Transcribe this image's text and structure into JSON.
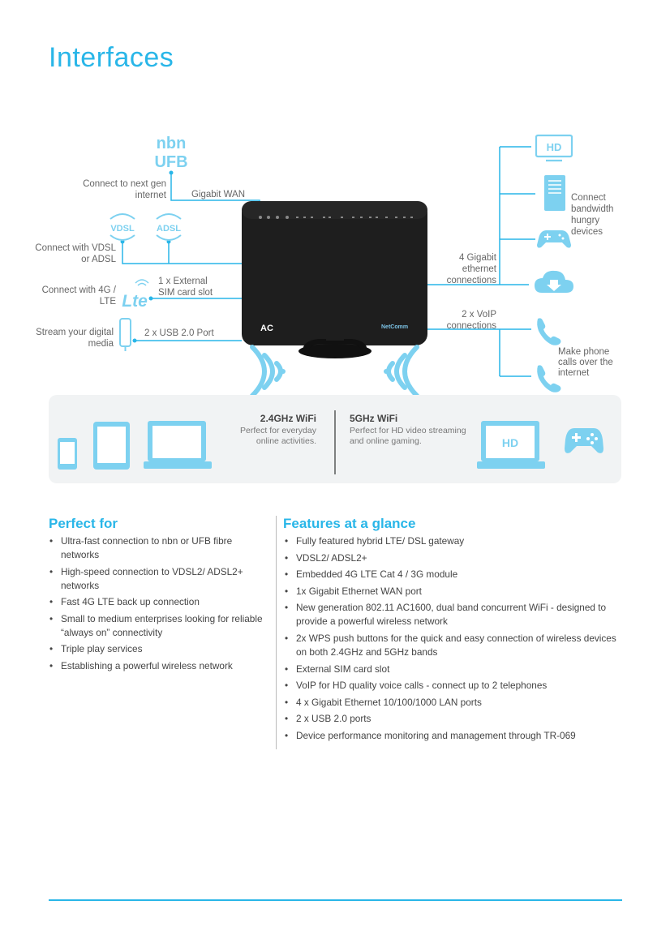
{
  "page": {
    "title": "Interfaces"
  },
  "diagram": {
    "nbn_logo": "nbn",
    "ufb_logo": "UFB",
    "connect_next_gen": "Connect to next gen internet",
    "gigabit_wan": "Gigabit WAN",
    "vdsl_badge": "VDSL",
    "adsl_badge": "ADSL",
    "connect_vdsl_adsl": "Connect with VDSL or ADSL",
    "connect_4g": "Connect with 4G / LTE",
    "lte_logo": "Lte",
    "sim_slot": "1 x External SIM card slot",
    "stream_media": "Stream your digital media",
    "usb_port": "2 x USB 2.0 Port",
    "hd_badge": "HD",
    "connect_bandwidth": "Connect bandwidth hungry devices",
    "gigabit_ethernet": "4 Gigabit ethernet connections",
    "voip": "2 x VoIP connections",
    "make_calls": "Make phone calls over the internet",
    "router_brand": "NetComm",
    "router_model": "AC",
    "icons": [
      "hd-icon",
      "pc-tower-icon",
      "gamepad-icon",
      "cloud-download-icon",
      "phone-icon",
      "usb-icon",
      "wifi-icon",
      "smartphone-icon",
      "tablet-icon",
      "laptop-icon",
      "laptop-hd-icon"
    ]
  },
  "wifi": {
    "band24_title": "2.4GHz WiFi",
    "band24_desc": "Perfect for everyday online activities.",
    "band5_title": "5GHz WiFi",
    "band5_desc": "Perfect for HD video streaming and online gaming.",
    "laptop_hd": "HD"
  },
  "perfect_for": {
    "heading": "Perfect for",
    "items": [
      "Ultra-fast connection to nbn or UFB fibre networks",
      "High-speed connection to VDSL2/ ADSL2+ networks",
      "Fast 4G LTE back up connection",
      "Small to medium enterprises looking for reliable “always on” connectivity",
      "Triple play services",
      "Establishing a powerful wireless network"
    ]
  },
  "features": {
    "heading": "Features at a glance",
    "items": [
      "Fully featured hybrid LTE/ DSL gateway",
      "VDSL2/ ADSL2+",
      "Embedded 4G LTE Cat 4 / 3G module",
      "1x Gigabit Ethernet WAN port",
      "New generation 802.11 AC1600, dual band concurrent WiFi - designed to provide a powerful wireless network",
      "2x WPS push buttons for the quick and easy connection of wireless devices on both 2.4GHz and 5GHz bands",
      "External SIM card slot",
      "VoIP for HD quality voice calls - connect up to 2 telephones",
      "4 x Gigabit Ethernet 10/100/1000 LAN ports",
      "2 x USB 2.0 ports",
      "Device performance monitoring and management through TR-069"
    ]
  },
  "colors": {
    "accent": "#29b6e8",
    "icon_light": "#7dd1f0",
    "router": "#1e1e1e",
    "panel": "#f1f3f4"
  }
}
